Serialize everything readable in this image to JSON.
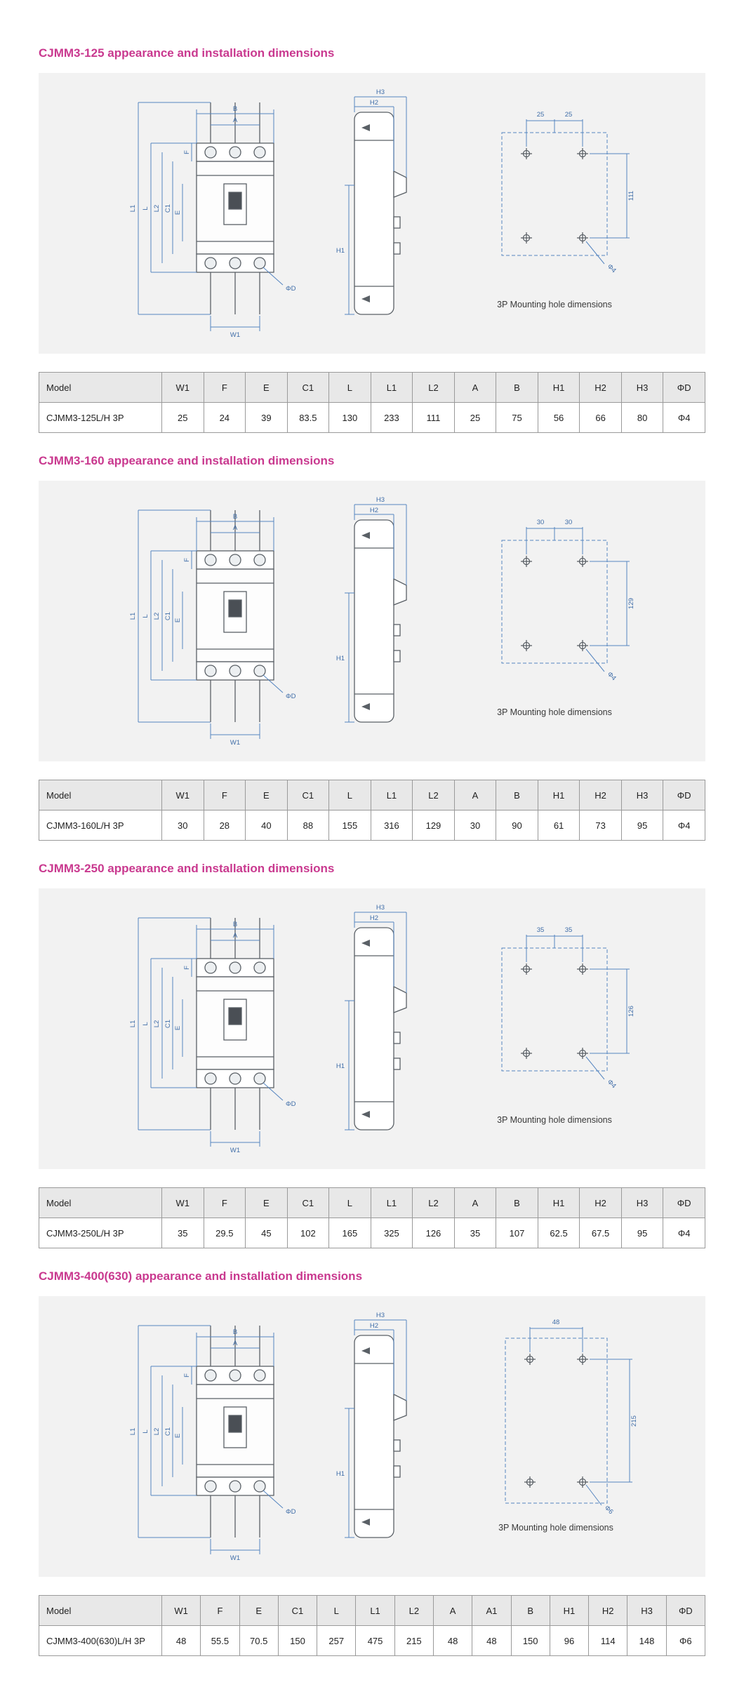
{
  "page": {
    "accent_color": "#c9398f",
    "dim_line_color": "#5585c0",
    "panel_bg": "#f2f2f2"
  },
  "drawing_labels": {
    "B": "B",
    "A": "A",
    "L1": "L1",
    "L": "L",
    "L2": "L2",
    "C1": "C1",
    "E": "E",
    "F": "F",
    "W1": "W1",
    "H1": "H1",
    "H2": "H2",
    "H3": "H3",
    "phi_d": "ΦD"
  },
  "sections": [
    {
      "heading": "CJMM3-125 appearance and installation dimensions",
      "mounting": {
        "caption": "3P Mounting hole dimensions",
        "top_dims": [
          "25",
          "25"
        ],
        "side_dim": "111",
        "hole_label": "Φ4"
      },
      "table": {
        "headers": [
          "Model",
          "W1",
          "F",
          "E",
          "C1",
          "L",
          "L1",
          "L2",
          "A",
          "B",
          "H1",
          "H2",
          "H3",
          "ΦD"
        ],
        "rows": [
          [
            "CJMM3-125L/H 3P",
            "25",
            "24",
            "39",
            "83.5",
            "130",
            "233",
            "111",
            "25",
            "75",
            "56",
            "66",
            "80",
            "Φ4"
          ]
        ]
      }
    },
    {
      "heading": "CJMM3-160 appearance and installation dimensions",
      "mounting": {
        "caption": "3P Mounting hole dimensions",
        "top_dims": [
          "30",
          "30"
        ],
        "side_dim": "129",
        "hole_label": "Φ4"
      },
      "table": {
        "headers": [
          "Model",
          "W1",
          "F",
          "E",
          "C1",
          "L",
          "L1",
          "L2",
          "A",
          "B",
          "H1",
          "H2",
          "H3",
          "ΦD"
        ],
        "rows": [
          [
            "CJMM3-160L/H 3P",
            "30",
            "28",
            "40",
            "88",
            "155",
            "316",
            "129",
            "30",
            "90",
            "61",
            "73",
            "95",
            "Φ4"
          ]
        ]
      }
    },
    {
      "heading": "CJMM3-250 appearance and installation dimensions",
      "mounting": {
        "caption": "3P Mounting hole dimensions",
        "top_dims": [
          "35",
          "35"
        ],
        "side_dim": "126",
        "hole_label": "Φ4"
      },
      "table": {
        "headers": [
          "Model",
          "W1",
          "F",
          "E",
          "C1",
          "L",
          "L1",
          "L2",
          "A",
          "B",
          "H1",
          "H2",
          "H3",
          "ΦD"
        ],
        "rows": [
          [
            "CJMM3-250L/H 3P",
            "35",
            "29.5",
            "45",
            "102",
            "165",
            "325",
            "126",
            "35",
            "107",
            "62.5",
            "67.5",
            "95",
            "Φ4"
          ]
        ]
      }
    },
    {
      "heading": "CJMM3-400(630) appearance and installation dimensions",
      "mounting": {
        "caption": "3P Mounting hole dimensions",
        "top_dims": [
          "48"
        ],
        "side_dim": "215",
        "hole_label": "Φ6"
      },
      "table": {
        "headers": [
          "Model",
          "W1",
          "F",
          "E",
          "C1",
          "L",
          "L1",
          "L2",
          "A",
          "A1",
          "B",
          "H1",
          "H2",
          "H3",
          "ΦD"
        ],
        "rows": [
          [
            "CJMM3-400(630)L/H 3P",
            "48",
            "55.5",
            "70.5",
            "150",
            "257",
            "475",
            "215",
            "48",
            "48",
            "150",
            "96",
            "114",
            "148",
            "Φ6"
          ]
        ]
      }
    }
  ]
}
